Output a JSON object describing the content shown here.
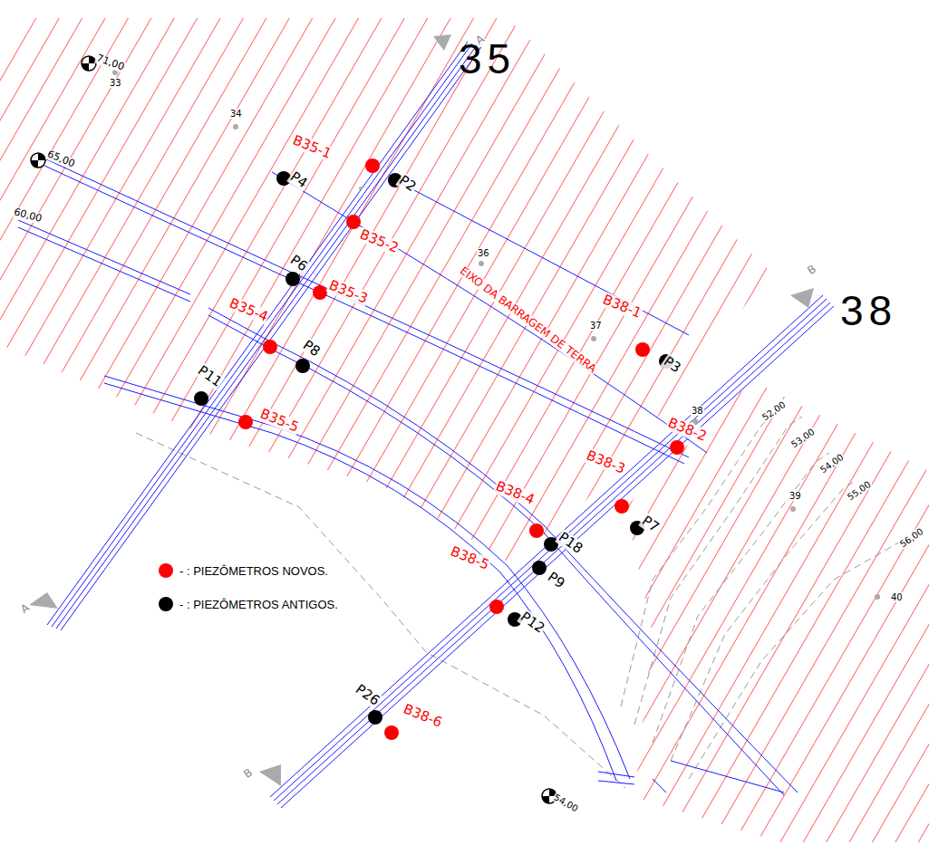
{
  "diagram": {
    "labels": [
      "35",
      "38",
      "A",
      "A",
      "B",
      "B",
      "71,00",
      "33",
      "34",
      "65,00",
      "60,00",
      "B35-1",
      "P2",
      "P4",
      "B35-2",
      "36",
      "EIXO DA BARRAGEM DE TERRA",
      "P6",
      "B35-3",
      "B35-4",
      "P8",
      "37",
      "B38-1",
      "P3",
      "P11",
      "B35-5",
      "38",
      "B38-2",
      "52,00",
      "53,00",
      "54,00",
      "55,00",
      "39",
      "56,00",
      "B38-3",
      "P7",
      "B38-4",
      "P18",
      "P9",
      "B38-5",
      "P12",
      "40",
      "P26",
      "B38-6",
      "54,00"
    ],
    "legend": [
      {
        "text": "- : PIEZÔMETROS NOVOS.",
        "color": "#ff0000"
      },
      {
        "text": "- : PIEZÔMETROS ANTIGOS.",
        "color": "#000000"
      }
    ]
  }
}
